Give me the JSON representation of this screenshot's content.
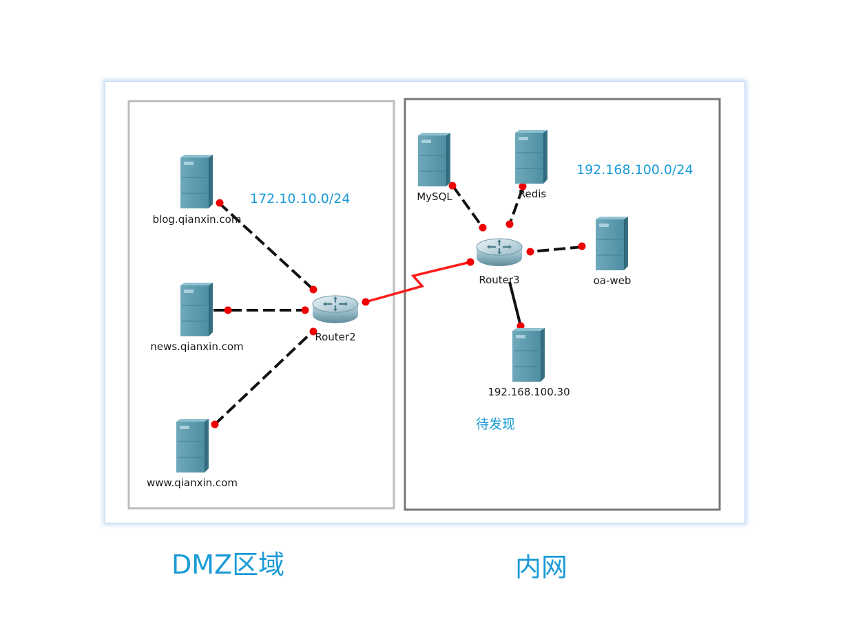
{
  "colors": {
    "accent": "#1a9bd7",
    "link_dashed": "#111111",
    "link_serial": "#ff1a1a",
    "port_dot": "#ee0000",
    "zone_dmz_border": "#bdbdbd",
    "zone_intranet_border": "#777777",
    "server_body": "#4b8ea3"
  },
  "zones": {
    "dmz": {
      "caption": "DMZ区域",
      "subnet": "172.10.10.0/24"
    },
    "intranet": {
      "caption": "内网",
      "subnet": "192.168.100.0/24",
      "note": "待发现"
    }
  },
  "routers": {
    "router2": {
      "label": "Router2",
      "icon": "router-icon"
    },
    "router3": {
      "label": "Router3",
      "icon": "router-icon"
    }
  },
  "servers": {
    "blog": {
      "label": "blog.qianxin.com",
      "icon": "server-icon"
    },
    "news": {
      "label": "news.qianxin.com",
      "icon": "server-icon"
    },
    "www": {
      "label": "www.qianxin.com",
      "icon": "server-icon"
    },
    "mysql": {
      "label": "MySQL",
      "icon": "server-icon"
    },
    "redis": {
      "label": "Redis",
      "icon": "server-icon"
    },
    "oaweb": {
      "label": "oa-web",
      "icon": "server-icon"
    },
    "ip30": {
      "label": "192.168.100.30",
      "icon": "server-icon"
    }
  },
  "links": [
    {
      "from": "blog.qianxin.com",
      "to": "Router2",
      "style": "dashed"
    },
    {
      "from": "news.qianxin.com",
      "to": "Router2",
      "style": "dashed"
    },
    {
      "from": "www.qianxin.com",
      "to": "Router2",
      "style": "dashed"
    },
    {
      "from": "Router2",
      "to": "Router3",
      "style": "serial"
    },
    {
      "from": "MySQL",
      "to": "Router3",
      "style": "dashed"
    },
    {
      "from": "Redis",
      "to": "Router3",
      "style": "dashed"
    },
    {
      "from": "oa-web",
      "to": "Router3",
      "style": "dashed"
    },
    {
      "from": "192.168.100.30",
      "to": "Router3",
      "style": "solid"
    }
  ]
}
